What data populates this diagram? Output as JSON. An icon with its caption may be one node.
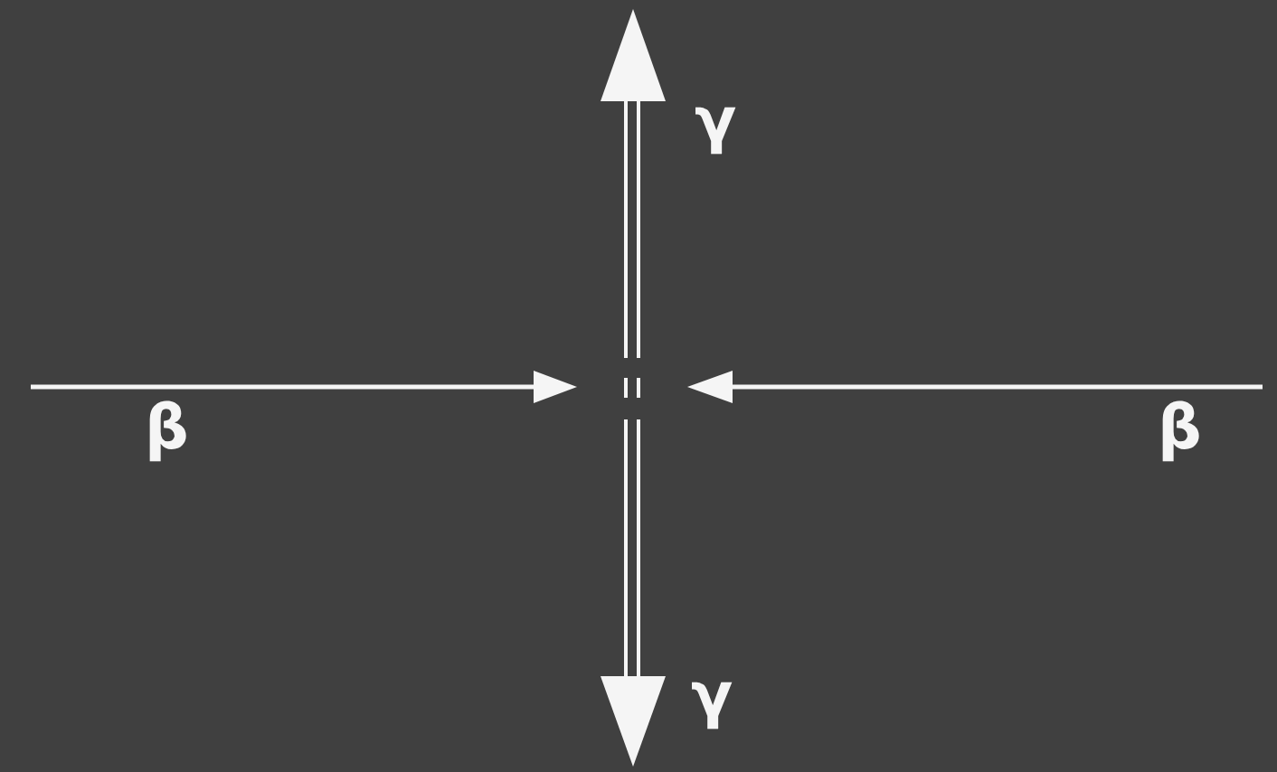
{
  "diagram": {
    "labels": [
      "γ",
      "β",
      "β",
      "γ"
    ]
  }
}
